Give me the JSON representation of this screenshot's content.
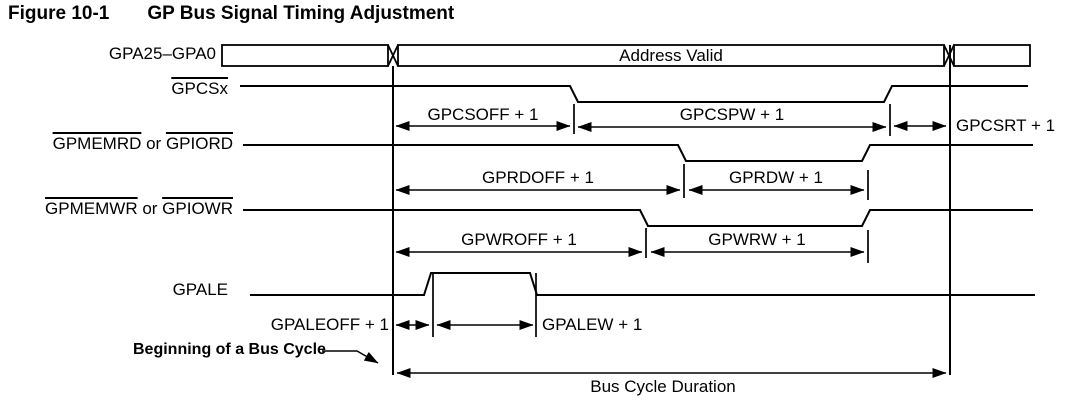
{
  "title": {
    "figure": "Figure 10-1",
    "text": "GP Bus Signal Timing Adjustment"
  },
  "colors": {
    "line": "#000000",
    "box_gray": "#c9c9c9",
    "box_white": "#ffffff"
  },
  "signals": {
    "gpa": {
      "label": "GPA25–GPA0",
      "bus_value": "Address Valid"
    },
    "gpcs": {
      "label": "GPCSx"
    },
    "gprd": {
      "label_part1": "GPMEMRD",
      "conjunction": " or ",
      "label_part2": "GPIORD"
    },
    "gpwr": {
      "label_part1": "GPMEMWR",
      "conjunction": " or ",
      "label_part2": "GPIOWR"
    },
    "gpale": {
      "label": "GPALE"
    }
  },
  "timings": {
    "gpcsoff": "GPCSOFF + 1",
    "gpcspw": "GPCSPW + 1",
    "gpcsrt": "GPCSRT + 1",
    "gprdoff": "GPRDOFF + 1",
    "gprdw": "GPRDW + 1",
    "gpwroff": "GPWROFF + 1",
    "gpwrw": "GPWRW + 1",
    "gpaleoff": "GPALEOFF + 1",
    "gpalew": "GPALEW + 1"
  },
  "annotations": {
    "beginning": "Beginning of a Bus Cycle",
    "duration": "Bus Cycle Duration"
  }
}
